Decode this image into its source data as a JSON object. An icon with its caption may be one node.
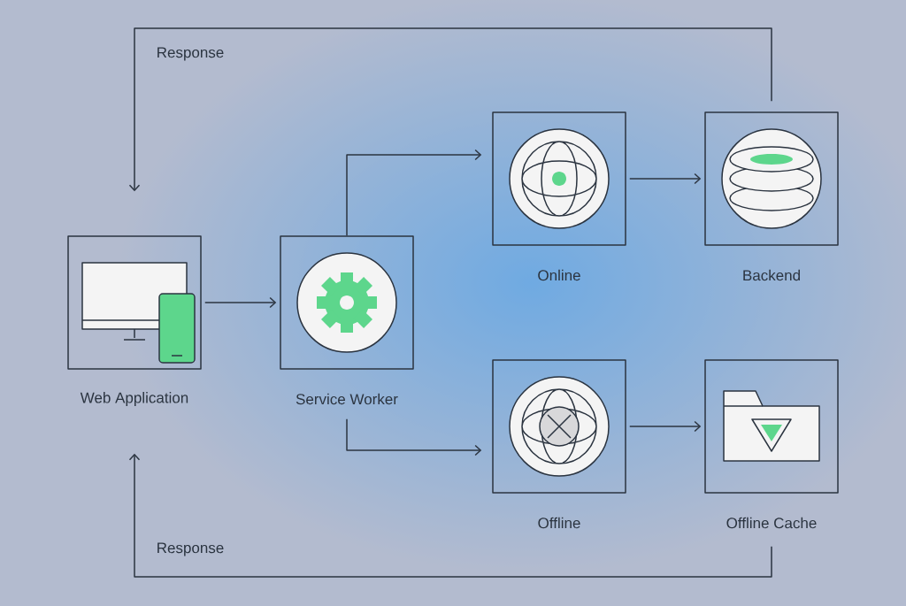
{
  "diagram": {
    "nodes": [
      {
        "text": [
          "Web Application"
        ]
      },
      {
        "text": [
          "Service Worker"
        ]
      },
      {
        "text": [
          "Online"
        ]
      },
      {
        "text": [
          "Backend"
        ]
      },
      {
        "text": [
          "Offline"
        ]
      },
      {
        "text": [
          "Offline Cache"
        ]
      }
    ],
    "edges": [
      {
        "from": 0,
        "to": 1,
        "arrow": "to"
      },
      {
        "from": 1,
        "to": 2,
        "arrow": "to"
      },
      {
        "from": 1,
        "to": 4,
        "arrow": "to"
      },
      {
        "from": 2,
        "to": 3,
        "arrow": "to"
      },
      {
        "from": 4,
        "to": 5,
        "arrow": "to"
      },
      {
        "from": 3,
        "to": 0,
        "arrow": "to",
        "label": "Response"
      },
      {
        "from": 5,
        "to": 0,
        "arrow": "to",
        "label": "Response"
      }
    ]
  }
}
